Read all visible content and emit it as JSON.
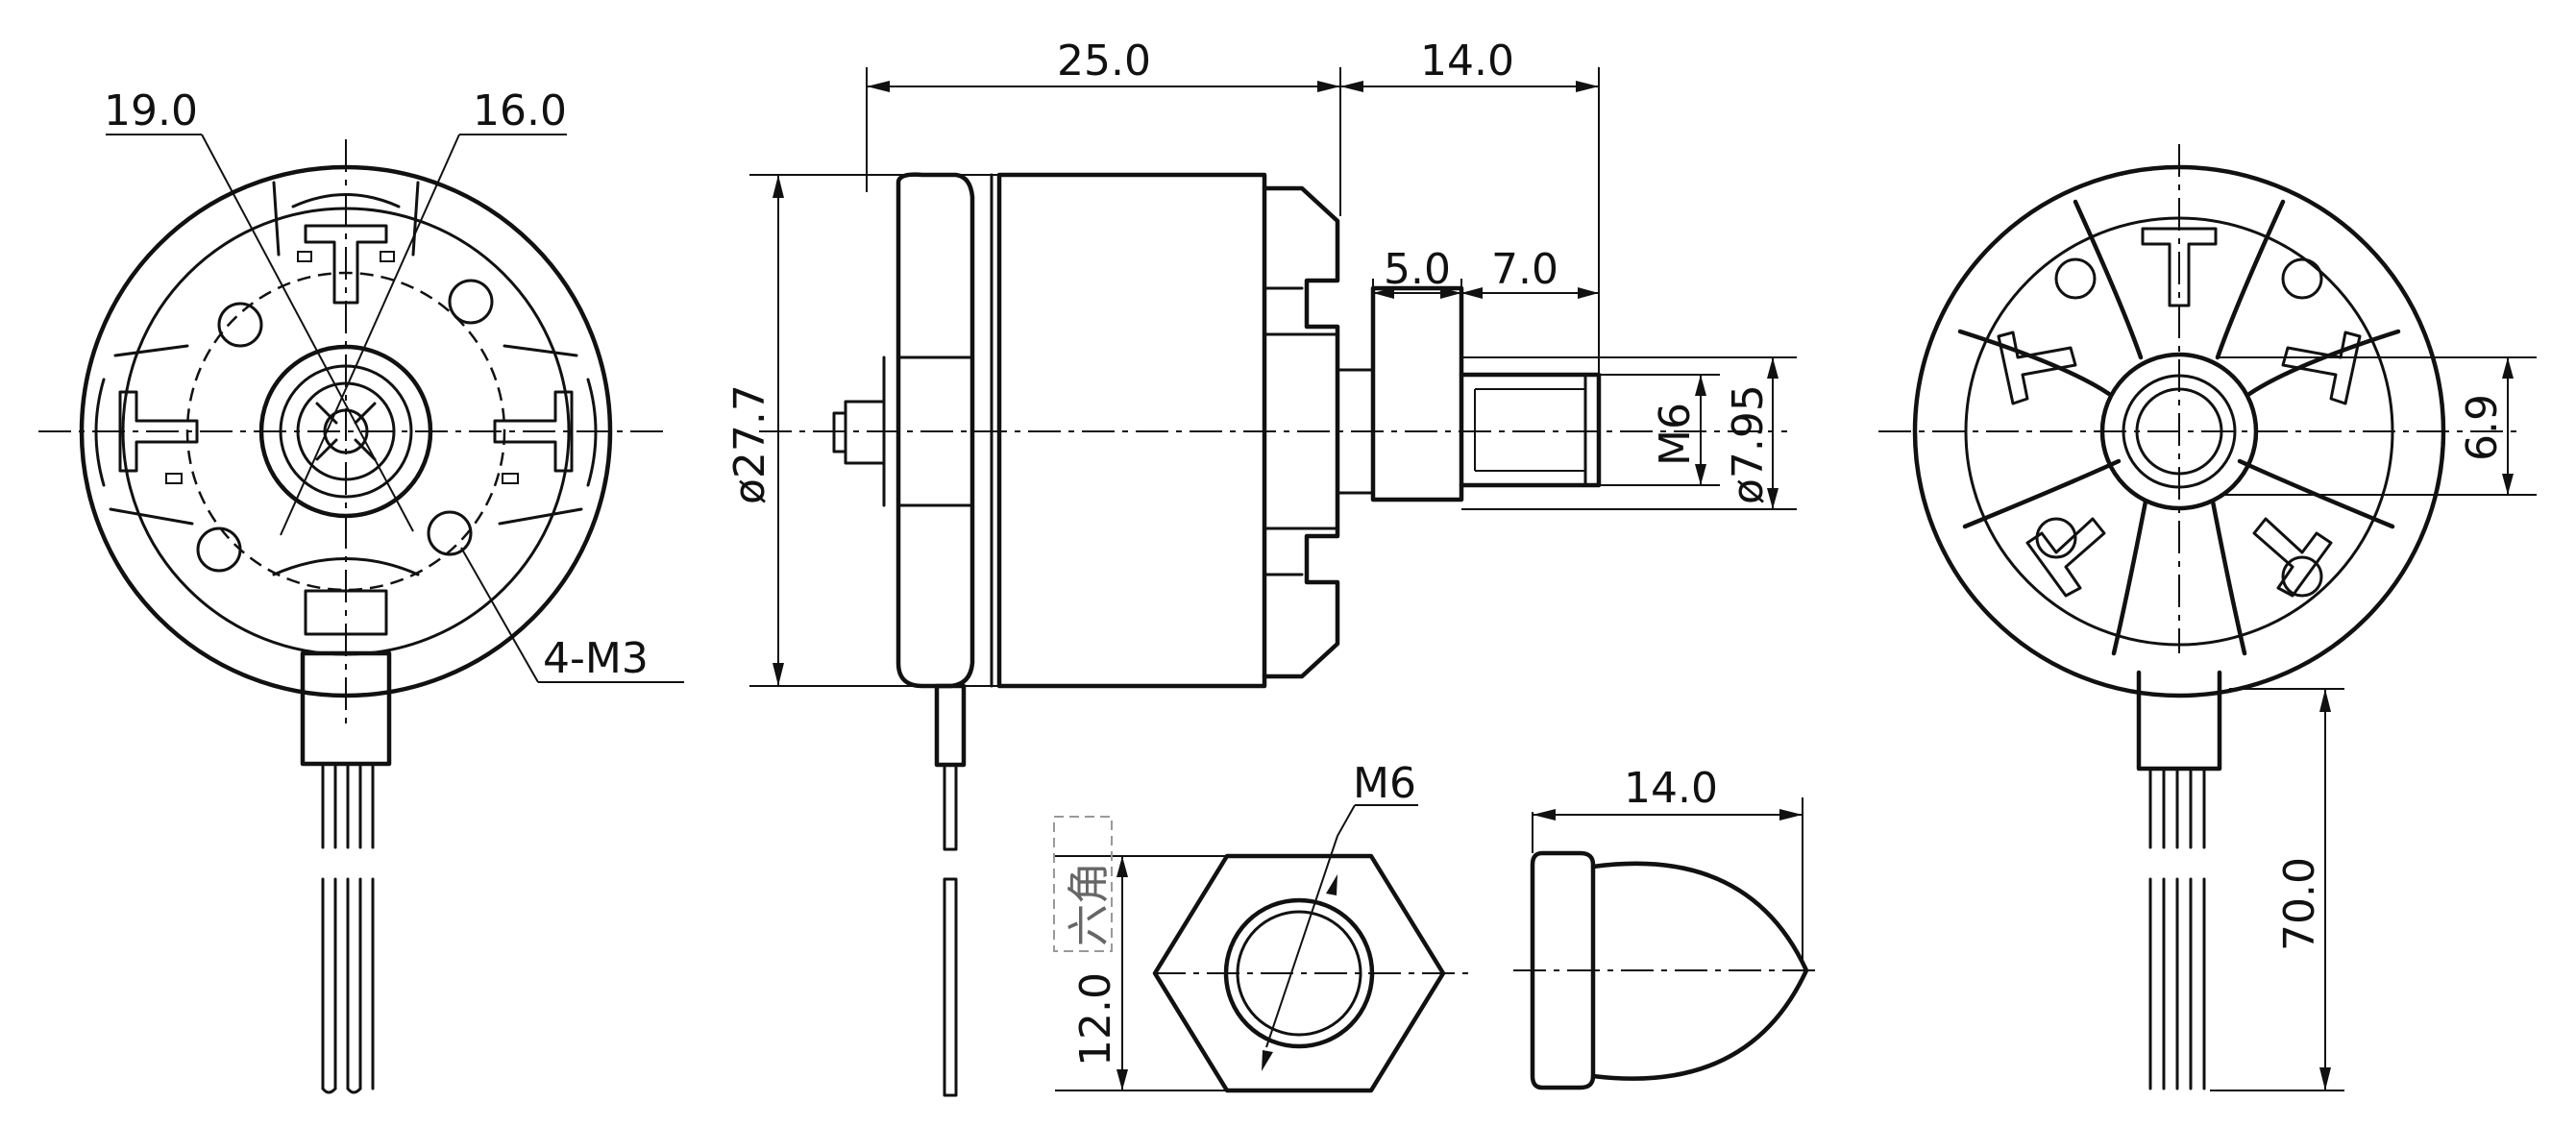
{
  "front_view": {
    "dim_left": "19.0",
    "dim_right": "16.0",
    "mount_holes": "4-M3"
  },
  "side_view": {
    "body_length": "25.0",
    "shaft_length": "14.0",
    "shaft_step_a": "5.0",
    "shaft_step_b": "7.0",
    "body_diameter": "ø27.7",
    "thread": "M6",
    "shaft_diameter": "ø7.95"
  },
  "nut_view": {
    "thread": "M6",
    "across_flats": "12.0",
    "note": "六角"
  },
  "spinner_view": {
    "length": "14.0"
  },
  "rear_view": {
    "bore": "6.9",
    "lead_length": "70.0"
  }
}
